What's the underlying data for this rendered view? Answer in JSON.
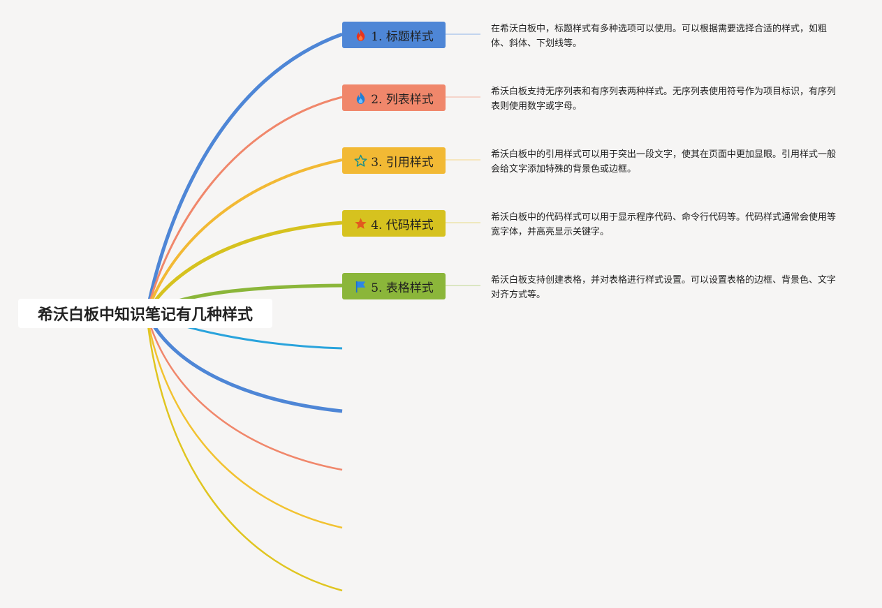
{
  "root": {
    "title": "希沃白板中知识笔记有几种样式"
  },
  "branches": [
    {
      "label": "1. 标题样式",
      "icon": "fire-icon",
      "color": "#4e86d6",
      "desc": "在希沃白板中，标题样式有多种选项可以使用。可以根据需要选择合适的样式，如粗体、斜体、下划线等。"
    },
    {
      "label": "2. 列表样式",
      "icon": "blue-flame-icon",
      "color": "#f0876b",
      "desc": "希沃白板支持无序列表和有序列表两种样式。无序列表使用符号作为项目标识，有序列表则使用数字或字母。"
    },
    {
      "label": "3. 引用样式",
      "icon": "star-outline-icon",
      "color": "#f2b934",
      "desc": "希沃白板中的引用样式可以用于突出一段文字，使其在页面中更加显眼。引用样式一般会给文字添加特殊的背景色或边框。"
    },
    {
      "label": "4. 代码样式",
      "icon": "star-filled-icon",
      "color": "#d6c21f",
      "desc": "希沃白板中的代码样式可以用于显示程序代码、命令行代码等。代码样式通常会使用等宽字体，并高亮显示关键字。"
    },
    {
      "label": "5. 表格样式",
      "icon": "flag-icon",
      "color": "#8bb63a",
      "desc": "希沃白板支持创建表格，并对表格进行样式设置。可以设置表格的边框、背景色、文字对齐方式等。"
    }
  ],
  "empty_branch_colors": [
    "#29a3dc",
    "#4e86d6",
    "#f0876b",
    "#f2c230",
    "#e0c520"
  ]
}
